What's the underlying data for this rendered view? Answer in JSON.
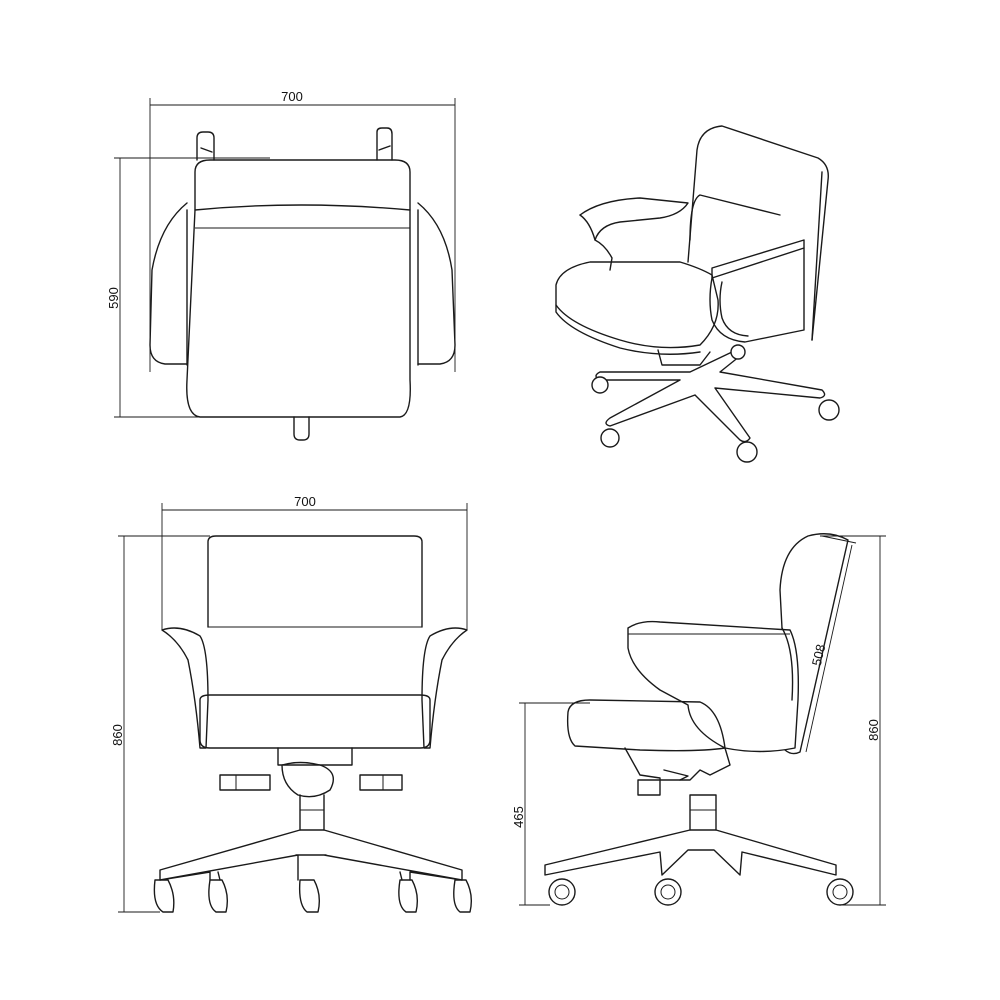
{
  "views": {
    "top": {
      "width_label": "700",
      "depth_label": "590"
    },
    "front": {
      "width_label": "700",
      "height_label": "860"
    },
    "side": {
      "backrest_label": "508",
      "seat_height_label": "465",
      "height_label": "860"
    },
    "perspective": {}
  }
}
